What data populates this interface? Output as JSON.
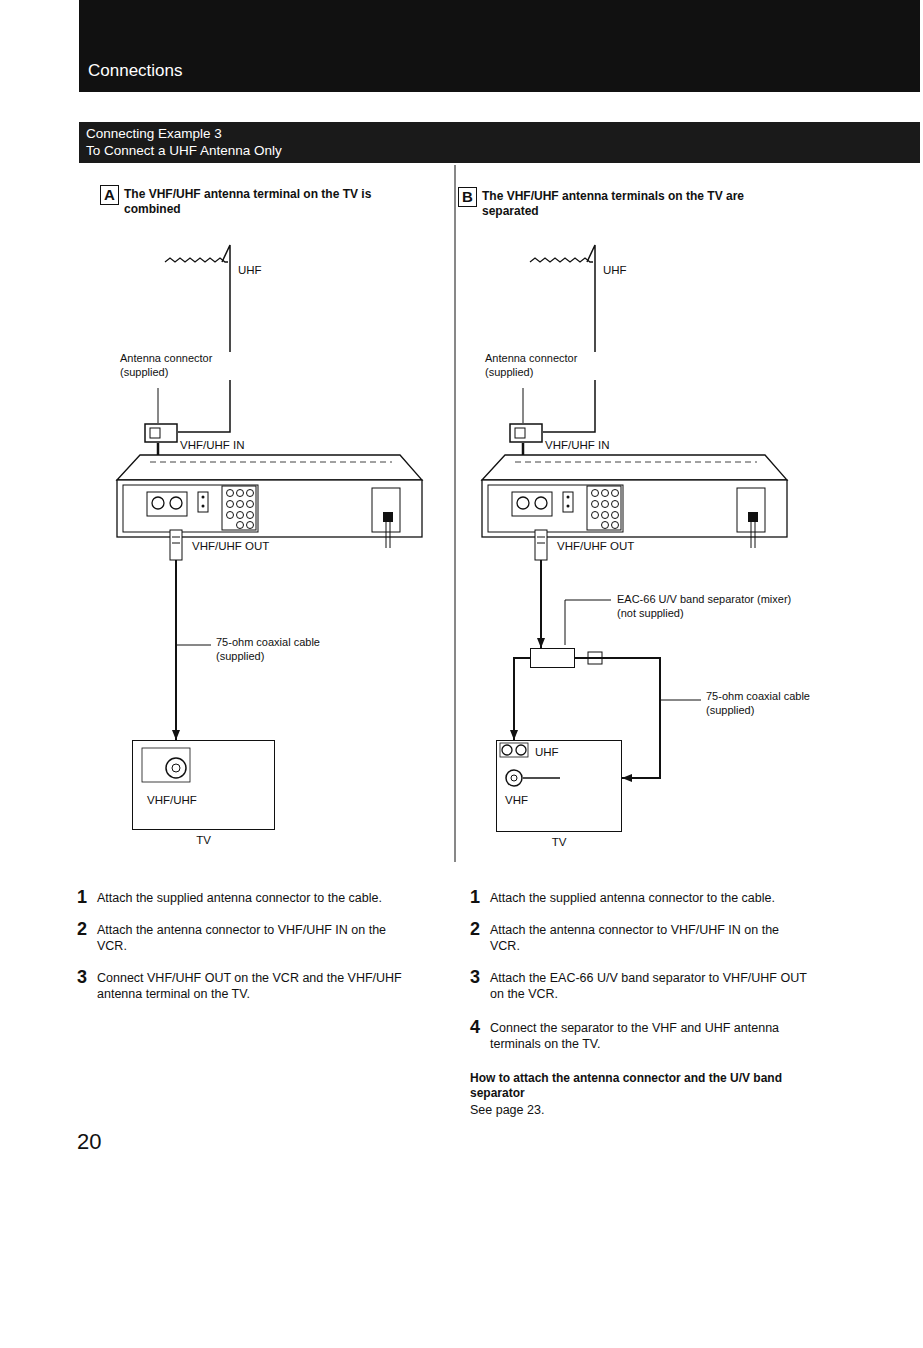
{
  "diagram": {
    "nodes": [
      {
        "text": [
          "Connections"
        ]
      },
      {
        "text": [
          "Connecting Example 3",
          "To Connect a UHF Antenna Only"
        ]
      },
      {
        "text": [
          "VHF/UHF IN",
          "VHF/UHF OUT"
        ]
      },
      {
        "text": [
          "VHF/UHF",
          "TV"
        ]
      },
      {
        "text": [
          "VHF/UHF IN",
          "VHF/UHF OUT"
        ]
      },
      {
        "text": [
          "EAC-66 U/V band separator (mixer) (not supplied)"
        ]
      },
      {
        "text": [
          "UHF",
          "VHF",
          "TV"
        ]
      }
    ],
    "edges": [
      {
        "from": 2,
        "to": 3,
        "arrow": "to",
        "label": "75-ohm coaxial cable (supplied)"
      },
      {
        "from": 4,
        "to": 5,
        "arrow": "to"
      },
      {
        "from": 5,
        "to": 6,
        "arrow": "to"
      },
      {
        "from": 5,
        "to": 6,
        "arrow": "to",
        "label": "75-ohm coaxial cable (supplied)"
      }
    ],
    "labels": [
      "A",
      "The VHF/UHF antenna terminal on the TV is combined",
      "UHF",
      "Antenna connector (supplied)",
      "1",
      "Attach the supplied antenna connector to the cable.",
      "2",
      "Attach the antenna connector to VHF/UHF IN on the VCR.",
      "3",
      "Connect VHF/UHF OUT on the VCR and the VHF/UHF antenna terminal on the TV.",
      "B",
      "The VHF/UHF antenna terminals on the TV are separated",
      "UHF",
      "Antenna connector (supplied)",
      "1",
      "Attach the supplied antenna connector to the cable.",
      "2",
      "Attach the antenna connector to VHF/UHF IN on the VCR.",
      "3",
      "Attach the EAC-66 U/V band separator to VHF/UHF OUT on the VCR.",
      "4",
      "Connect the separator to the VHF and UHF antenna terminals on the TV.",
      "How to attach the antenna connector and the U/V band separator",
      "See page 23.",
      "20"
    ]
  }
}
